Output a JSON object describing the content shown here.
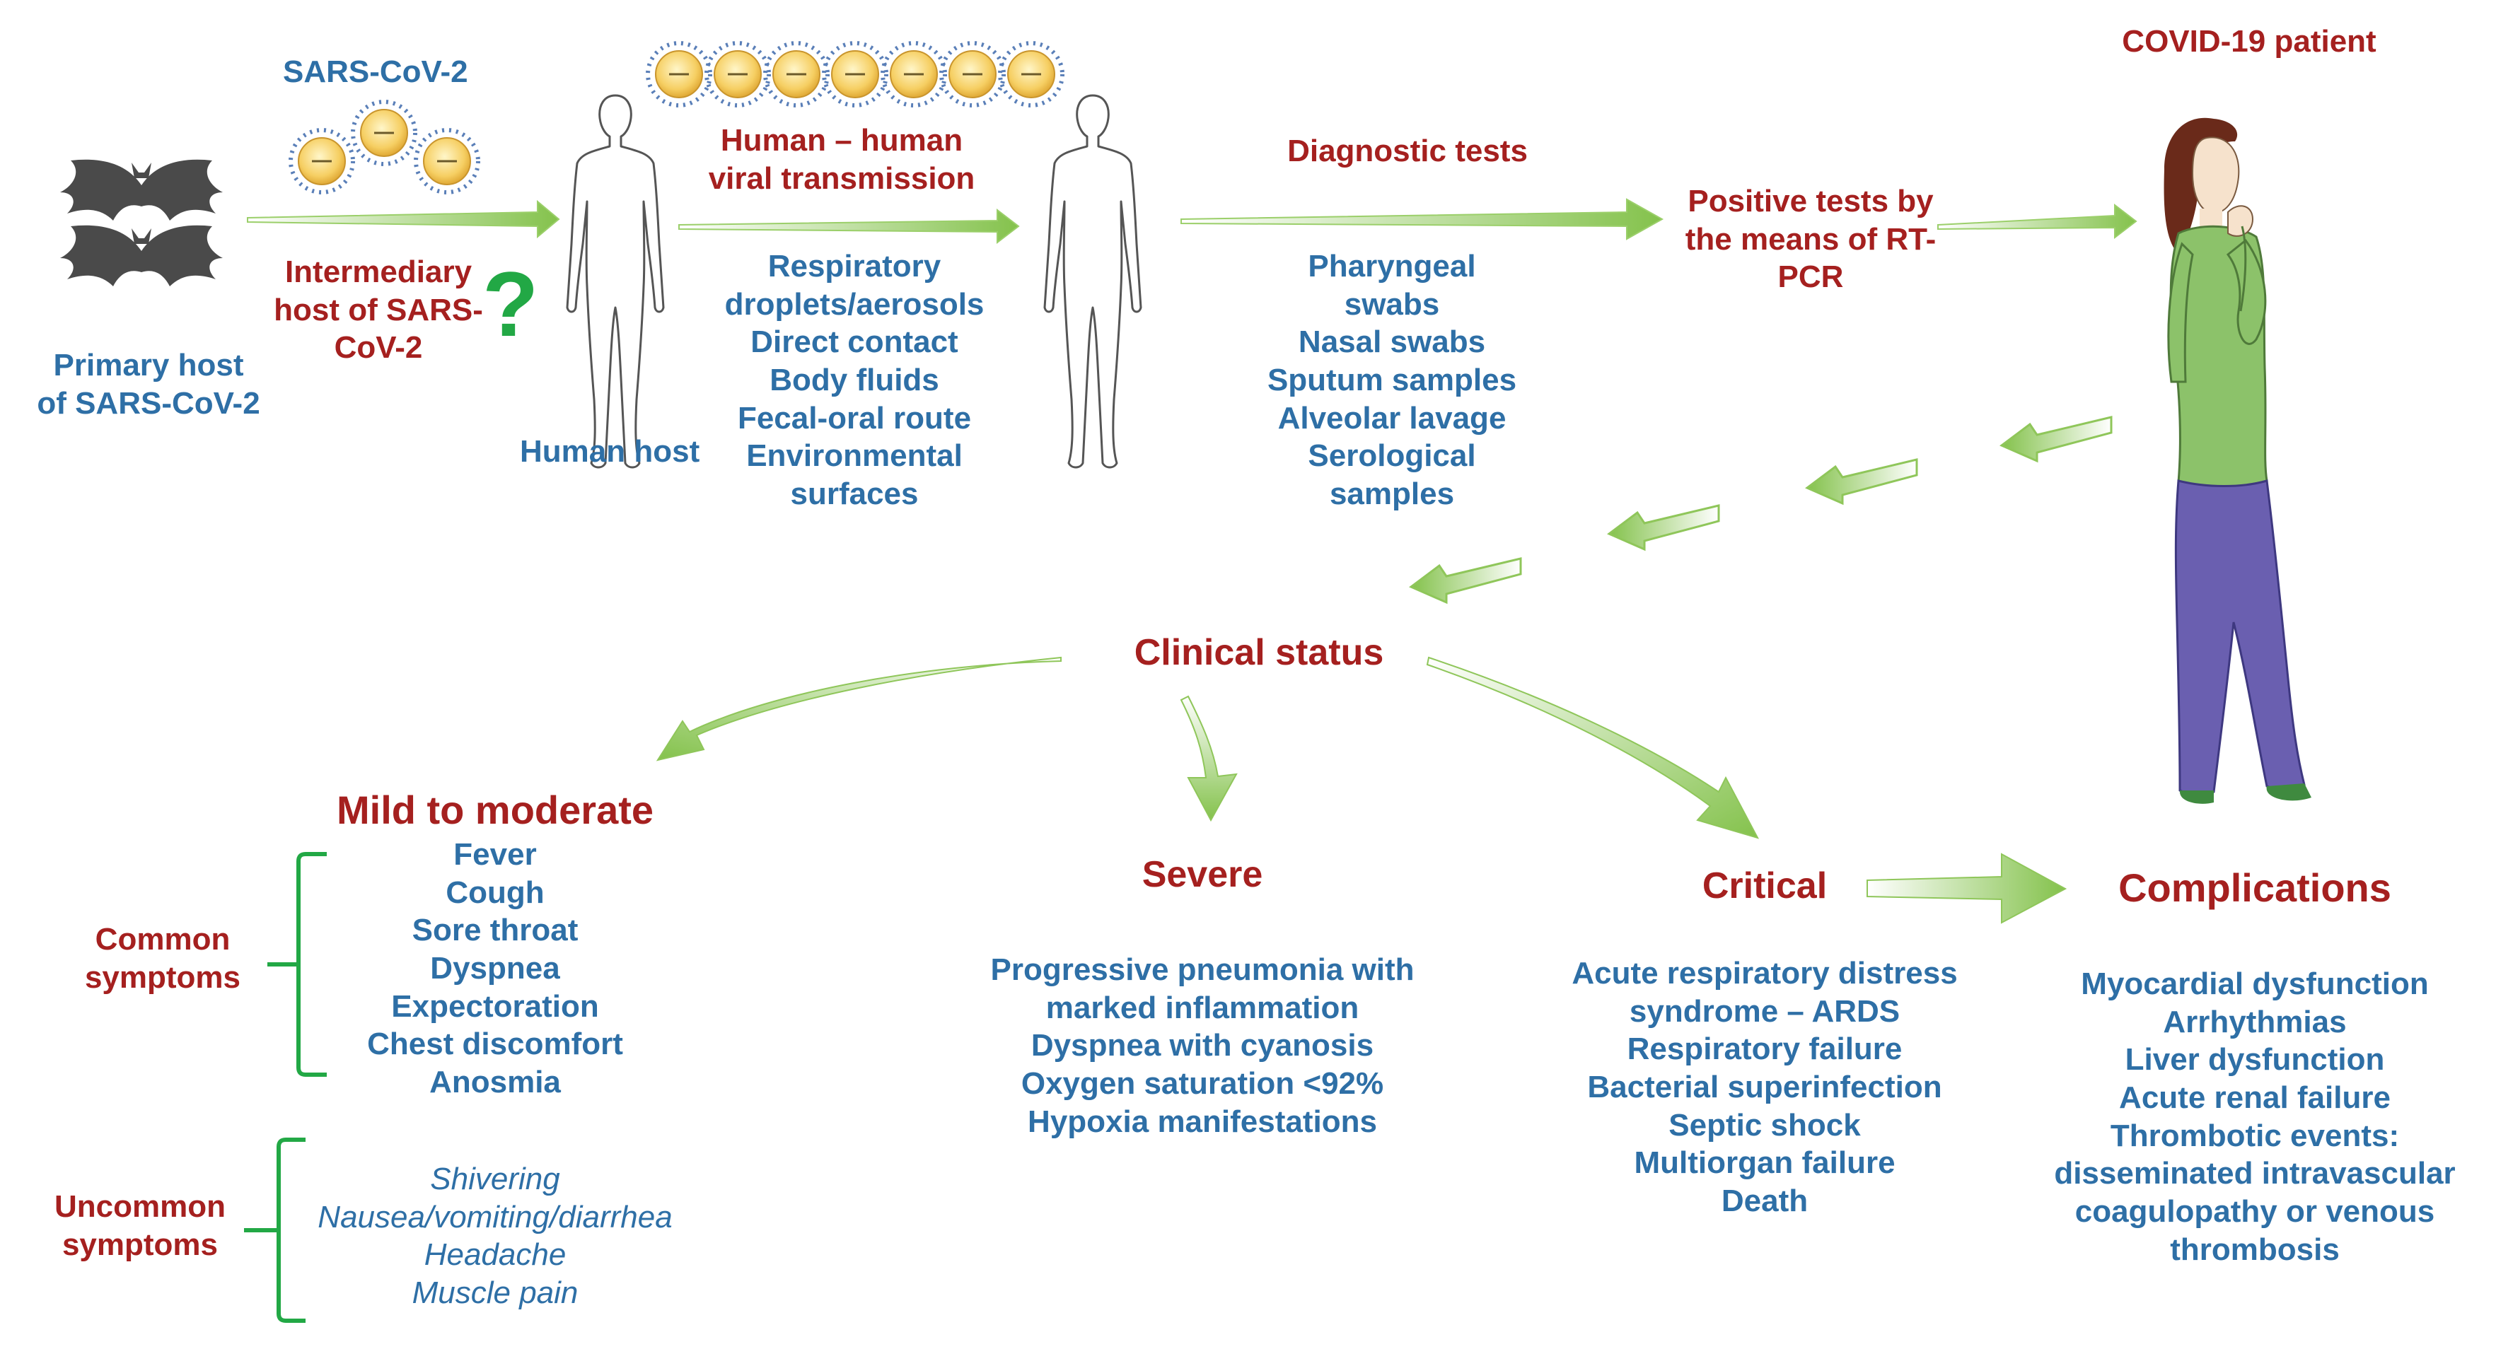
{
  "colors": {
    "label_blue": "#2e6fa6",
    "label_red": "#a5201f",
    "arrow_green": "#8cc64a",
    "bracket_green": "#22a845",
    "patient_shirt": "#8cc26a",
    "patient_pants": "#6a5fb0"
  },
  "icons": [
    "bat-icon",
    "virus-icon",
    "human-outline-icon",
    "patient-icon",
    "question-mark-icon",
    "arrow-icon",
    "bracket-icon"
  ],
  "transmission": {
    "sars_label": "SARS-CoV-2",
    "primary_host": [
      "Primary host",
      "of SARS-CoV-2"
    ],
    "intermediary_host": [
      "Intermediary",
      "host of SARS-",
      "CoV-2"
    ],
    "question_mark": "?",
    "human_host": "Human host",
    "human_transmission": [
      "Human – human",
      "viral transmission"
    ],
    "routes": [
      "Respiratory",
      "droplets/aerosols",
      "Direct contact",
      "Body fluids",
      "Fecal-oral route",
      "Environmental",
      "surfaces"
    ]
  },
  "diagnosis": {
    "title": "Diagnostic tests",
    "tests": [
      "Pharyngeal",
      "swabs",
      "Nasal swabs",
      "Sputum samples",
      "Alveolar lavage",
      "Serological",
      "samples"
    ],
    "positive": [
      "Positive tests by",
      "the means of RT-",
      "PCR"
    ],
    "patient_label": "COVID-19 patient"
  },
  "clinical": {
    "title": "Clinical status",
    "mild": {
      "title": "Mild to moderate",
      "common_label": [
        "Common",
        "symptoms"
      ],
      "common": [
        "Fever",
        "Cough",
        "Sore throat",
        "Dyspnea",
        "Expectoration",
        "Chest discomfort",
        "Anosmia"
      ],
      "uncommon_label": [
        "Uncommon",
        "symptoms"
      ],
      "uncommon": [
        "Shivering",
        "Nausea/vomiting/diarrhea",
        "Headache",
        "Muscle pain"
      ]
    },
    "severe": {
      "title": "Severe",
      "items": [
        "Progressive pneumonia with",
        "marked inflammation",
        "Dyspnea with cyanosis",
        "Oxygen saturation <92%",
        "Hypoxia manifestations"
      ]
    },
    "critical": {
      "title": "Critical",
      "items": [
        "Acute respiratory distress",
        "syndrome – ARDS",
        "Respiratory failure",
        "Bacterial superinfection",
        "Septic shock",
        "Multiorgan failure",
        "Death"
      ]
    },
    "complications": {
      "title": "Complications",
      "items": [
        "Myocardial dysfunction",
        "Arrhythmias",
        "Liver dysfunction",
        "Acute renal failure",
        "Thrombotic events:",
        "disseminated intravascular",
        "coagulopathy or venous",
        "thrombosis"
      ]
    }
  }
}
